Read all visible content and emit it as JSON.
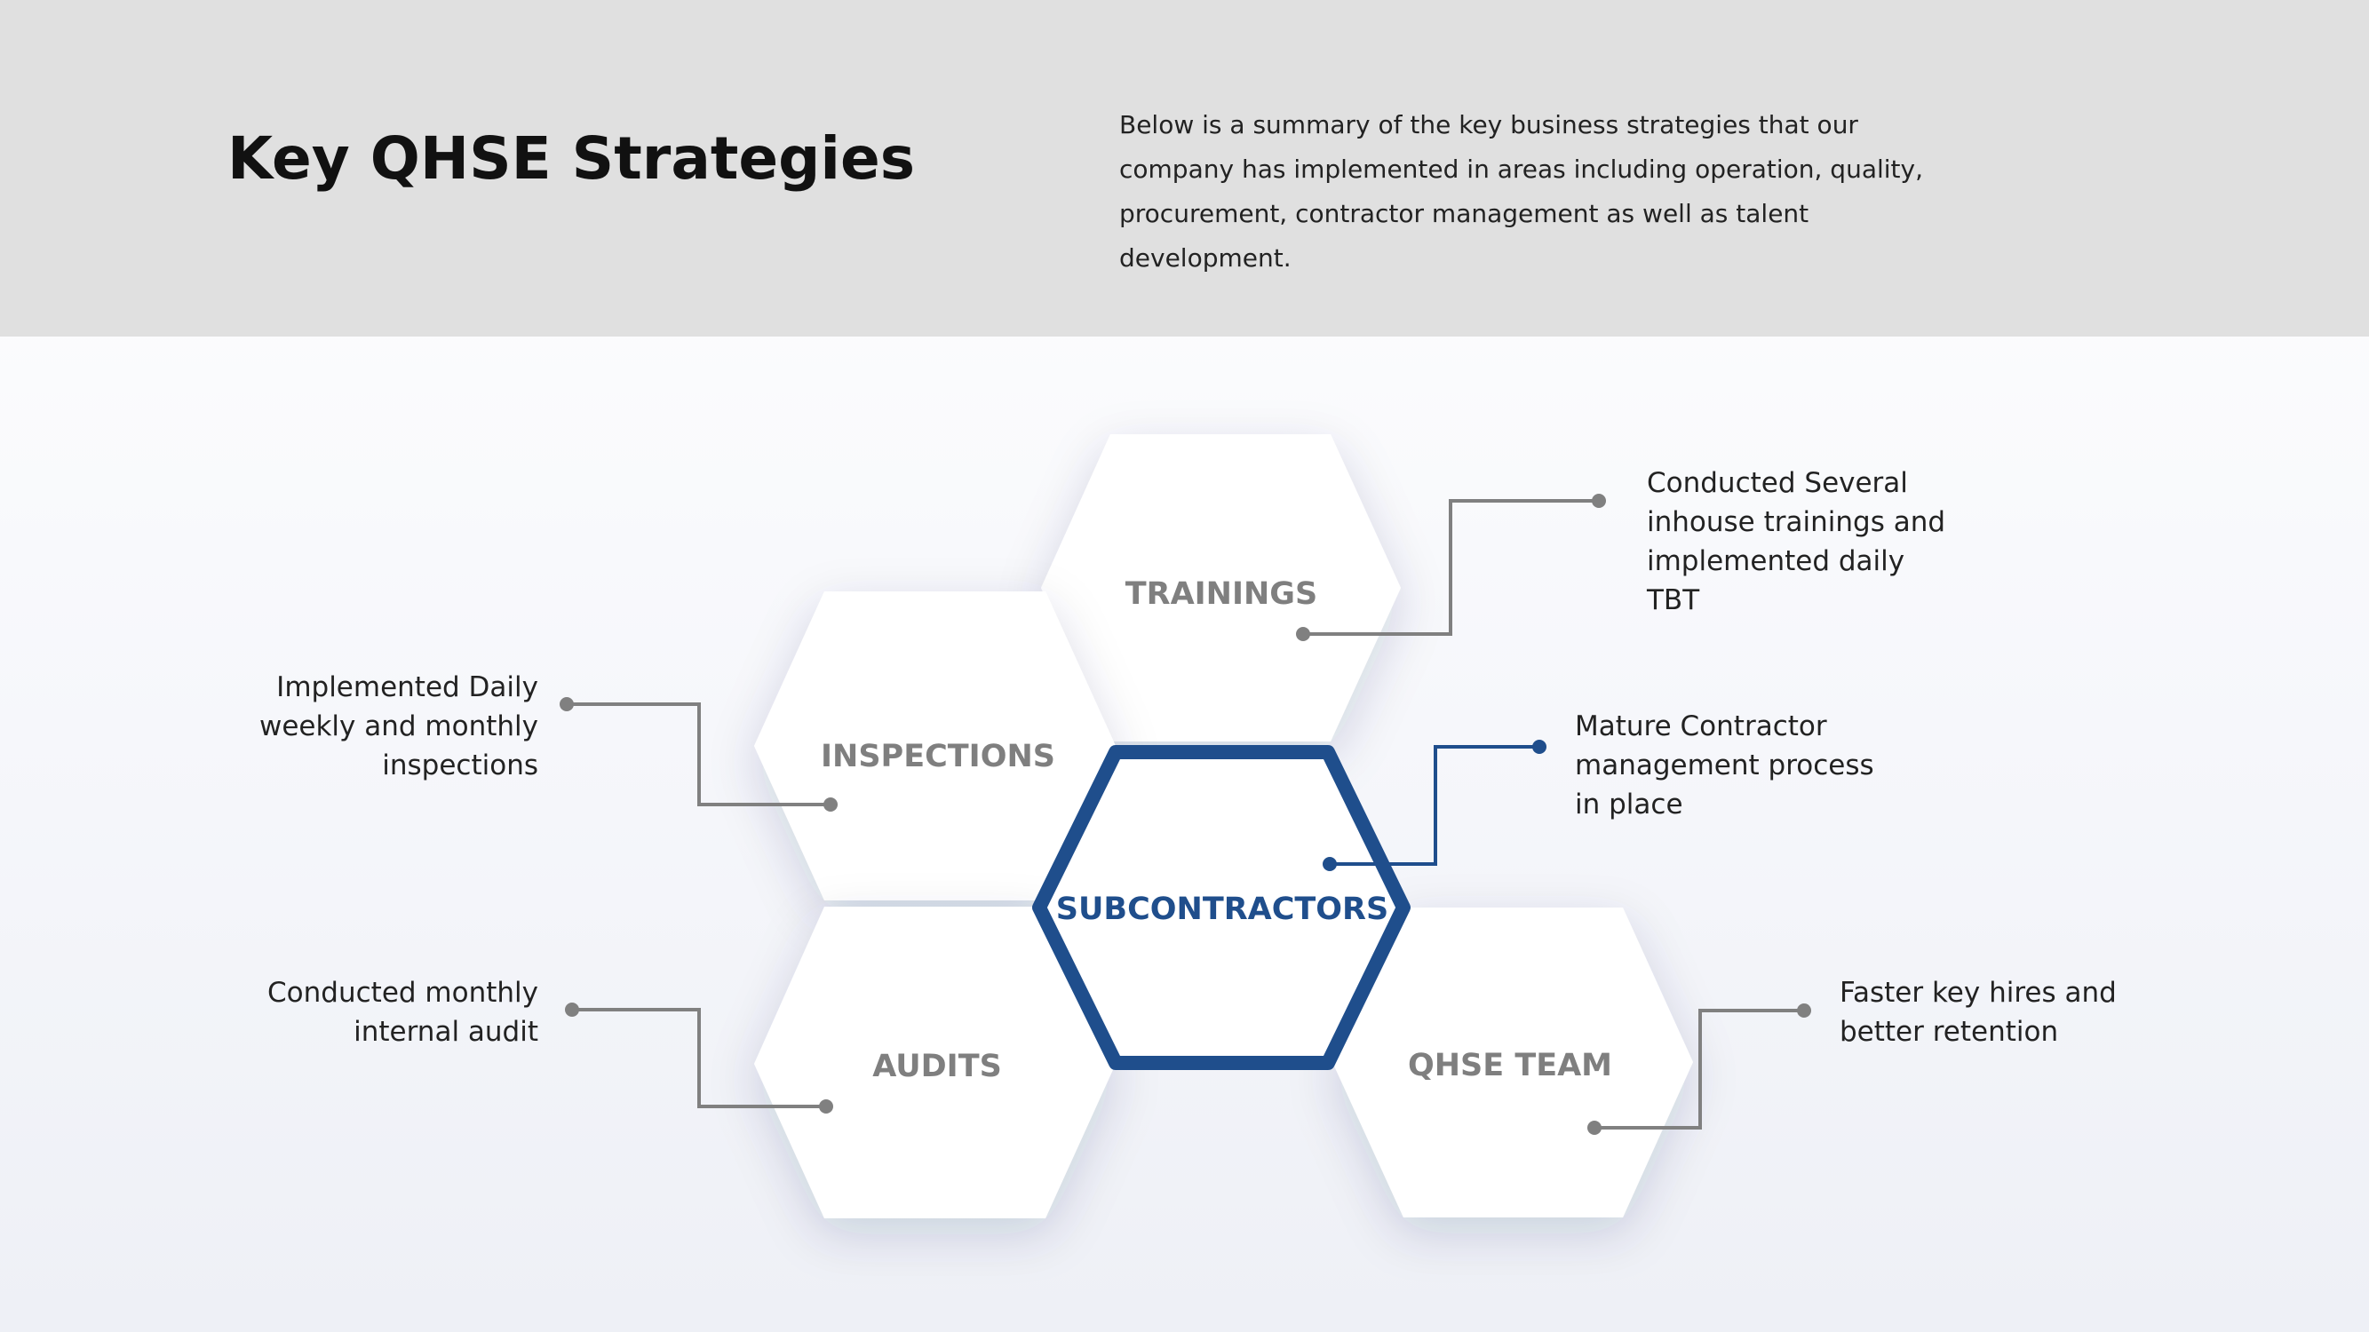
{
  "header": {
    "title": "Key QHSE Strategies",
    "intro": "Below is a summary of the key business strategies that our company has implemented  in areas including operation, quality, procurement, contractor management as well as talent development."
  },
  "hexagons": {
    "trainings": "TRAININGS",
    "inspections": "INSPECTIONS",
    "subcontractors": "SUBCONTRACTORS",
    "audits": "AUDITS",
    "qhse_team": "QHSE TEAM"
  },
  "notes": {
    "trainings": "Conducted Several inhouse trainings and implemented daily TBT",
    "inspections": "Implemented Daily weekly and monthly inspections",
    "subcontractors": "Mature Contractor management process in place",
    "audits": "Conducted monthly internal audit",
    "qhse_team": "Faster key hires and better retention"
  },
  "colors": {
    "accent": "#1f4e8c",
    "connector": "#808080",
    "header_bg": "#e0e0e0"
  }
}
